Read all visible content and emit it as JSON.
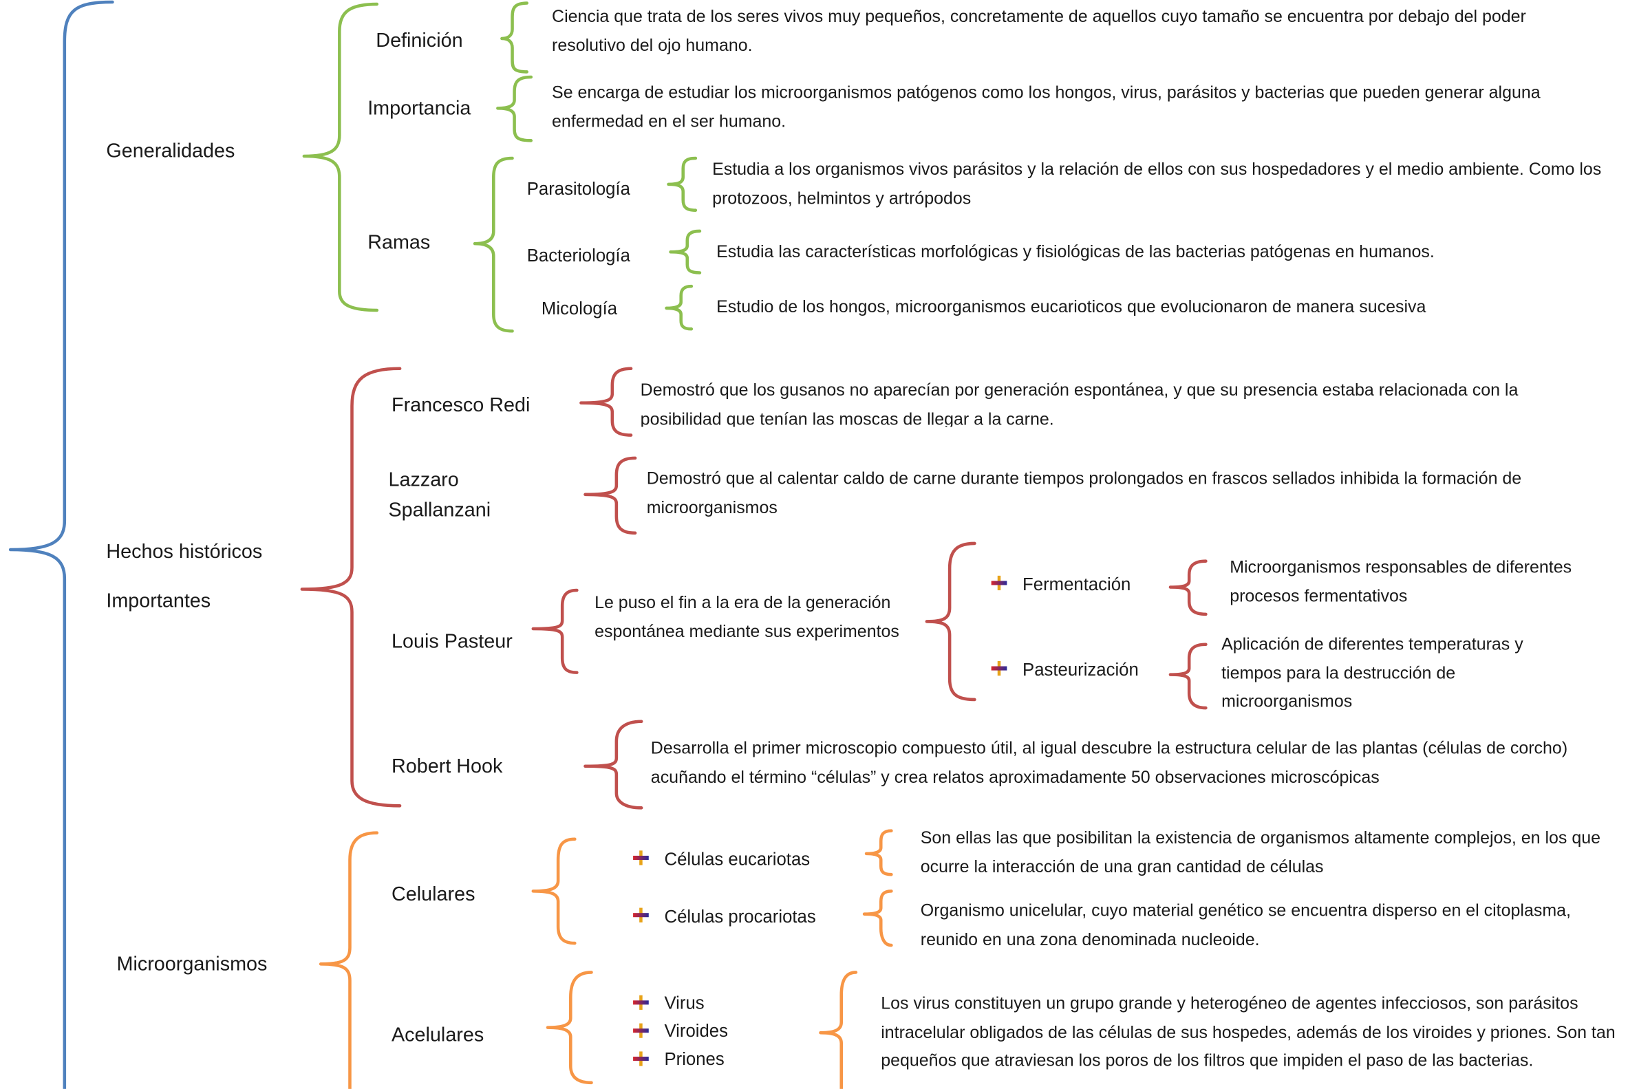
{
  "colors": {
    "root": "#4f81bd",
    "generalidades": "#8cbf4f",
    "hechos": "#c0504d",
    "microorganismos": "#f79646"
  },
  "generalidades": {
    "label": "Generalidades",
    "definicion": {
      "label": "Definición",
      "text": "Ciencia que trata de los seres vivos muy pequeños, concretamente de aquellos cuyo tamaño se encuentra por debajo del poder resolutivo del ojo humano."
    },
    "importancia": {
      "label": "Importancia",
      "text": "Se encarga de estudiar los microorganismos patógenos como los hongos, virus, parásitos y bacterias que pueden generar alguna enfermedad en el ser humano."
    },
    "ramas": {
      "label": "Ramas",
      "parasitologia": {
        "label": "Parasitología",
        "text": "Estudia a los organismos vivos parásitos y la relación de ellos con sus hospedadores y el medio ambiente. Como los protozoos, helmintos y artrópodos"
      },
      "bacteriologia": {
        "label": "Bacteriología",
        "text": "Estudia las características morfológicas y fisiológicas de las bacterias patógenas en humanos."
      },
      "micologia": {
        "label": "Micología",
        "text": "Estudio de los hongos, microorganismos eucarioticos que evolucionaron de manera sucesiva"
      }
    }
  },
  "hechos": {
    "label_line1": "Hechos históricos",
    "label_line2": "Importantes",
    "redi": {
      "label": "Francesco Redi",
      "text": "Demostró que los gusanos no aparecían por generación espontánea, y que su presencia estaba relacionada con la posibilidad que tenían las moscas de llegar a la carne."
    },
    "spallanzani": {
      "label_line1": "Lazzaro",
      "label_line2": "Spallanzani",
      "text": "Demostró que al calentar caldo de carne durante tiempos prolongados en frascos sellados inhibida la formación de microorganismos"
    },
    "pasteur": {
      "label": "Louis Pasteur",
      "text": "Le puso el fin a la era de la generación espontánea mediante sus experimentos",
      "fermentacion": {
        "label": "Fermentación",
        "text": "Microorganismos responsables de diferentes procesos fermentativos"
      },
      "pasteurizacion": {
        "label": "Pasteurización",
        "text": "Aplicación de diferentes temperaturas y tiempos para la destrucción de microorganismos"
      }
    },
    "hook": {
      "label": "Robert Hook",
      "text": "Desarrolla el primer microscopio compuesto útil, al igual descubre la estructura celular de las plantas (células de corcho) acuñando el término “células” y crea relatos aproximadamente 50 observaciones microscópicas"
    }
  },
  "microorganismos": {
    "label": "Microorganismos",
    "celulares": {
      "label": "Celulares",
      "eucariotas": {
        "label": "Células eucariotas",
        "text": "Son ellas las que posibilitan la existencia de organismos altamente complejos, en los que ocurre la interacción de una gran cantidad de células"
      },
      "procariotas": {
        "label": "Células procariotas",
        "text": "Organismo unicelular, cuyo material genético se encuentra disperso en el citoplasma, reunido en una zona denominada nucleoide."
      }
    },
    "acelulares": {
      "label": "Acelulares",
      "items": [
        "Virus",
        "Viroides",
        "Priones"
      ],
      "text": "Los virus constituyen un grupo grande y heterogéneo de agentes infecciosos, son parásitos intracelular obligados de las células de sus hospedes, además de los viroides y priones. Son tan pequeños que atraviesan los poros de los filtros que impiden el paso de las bacterias."
    }
  }
}
